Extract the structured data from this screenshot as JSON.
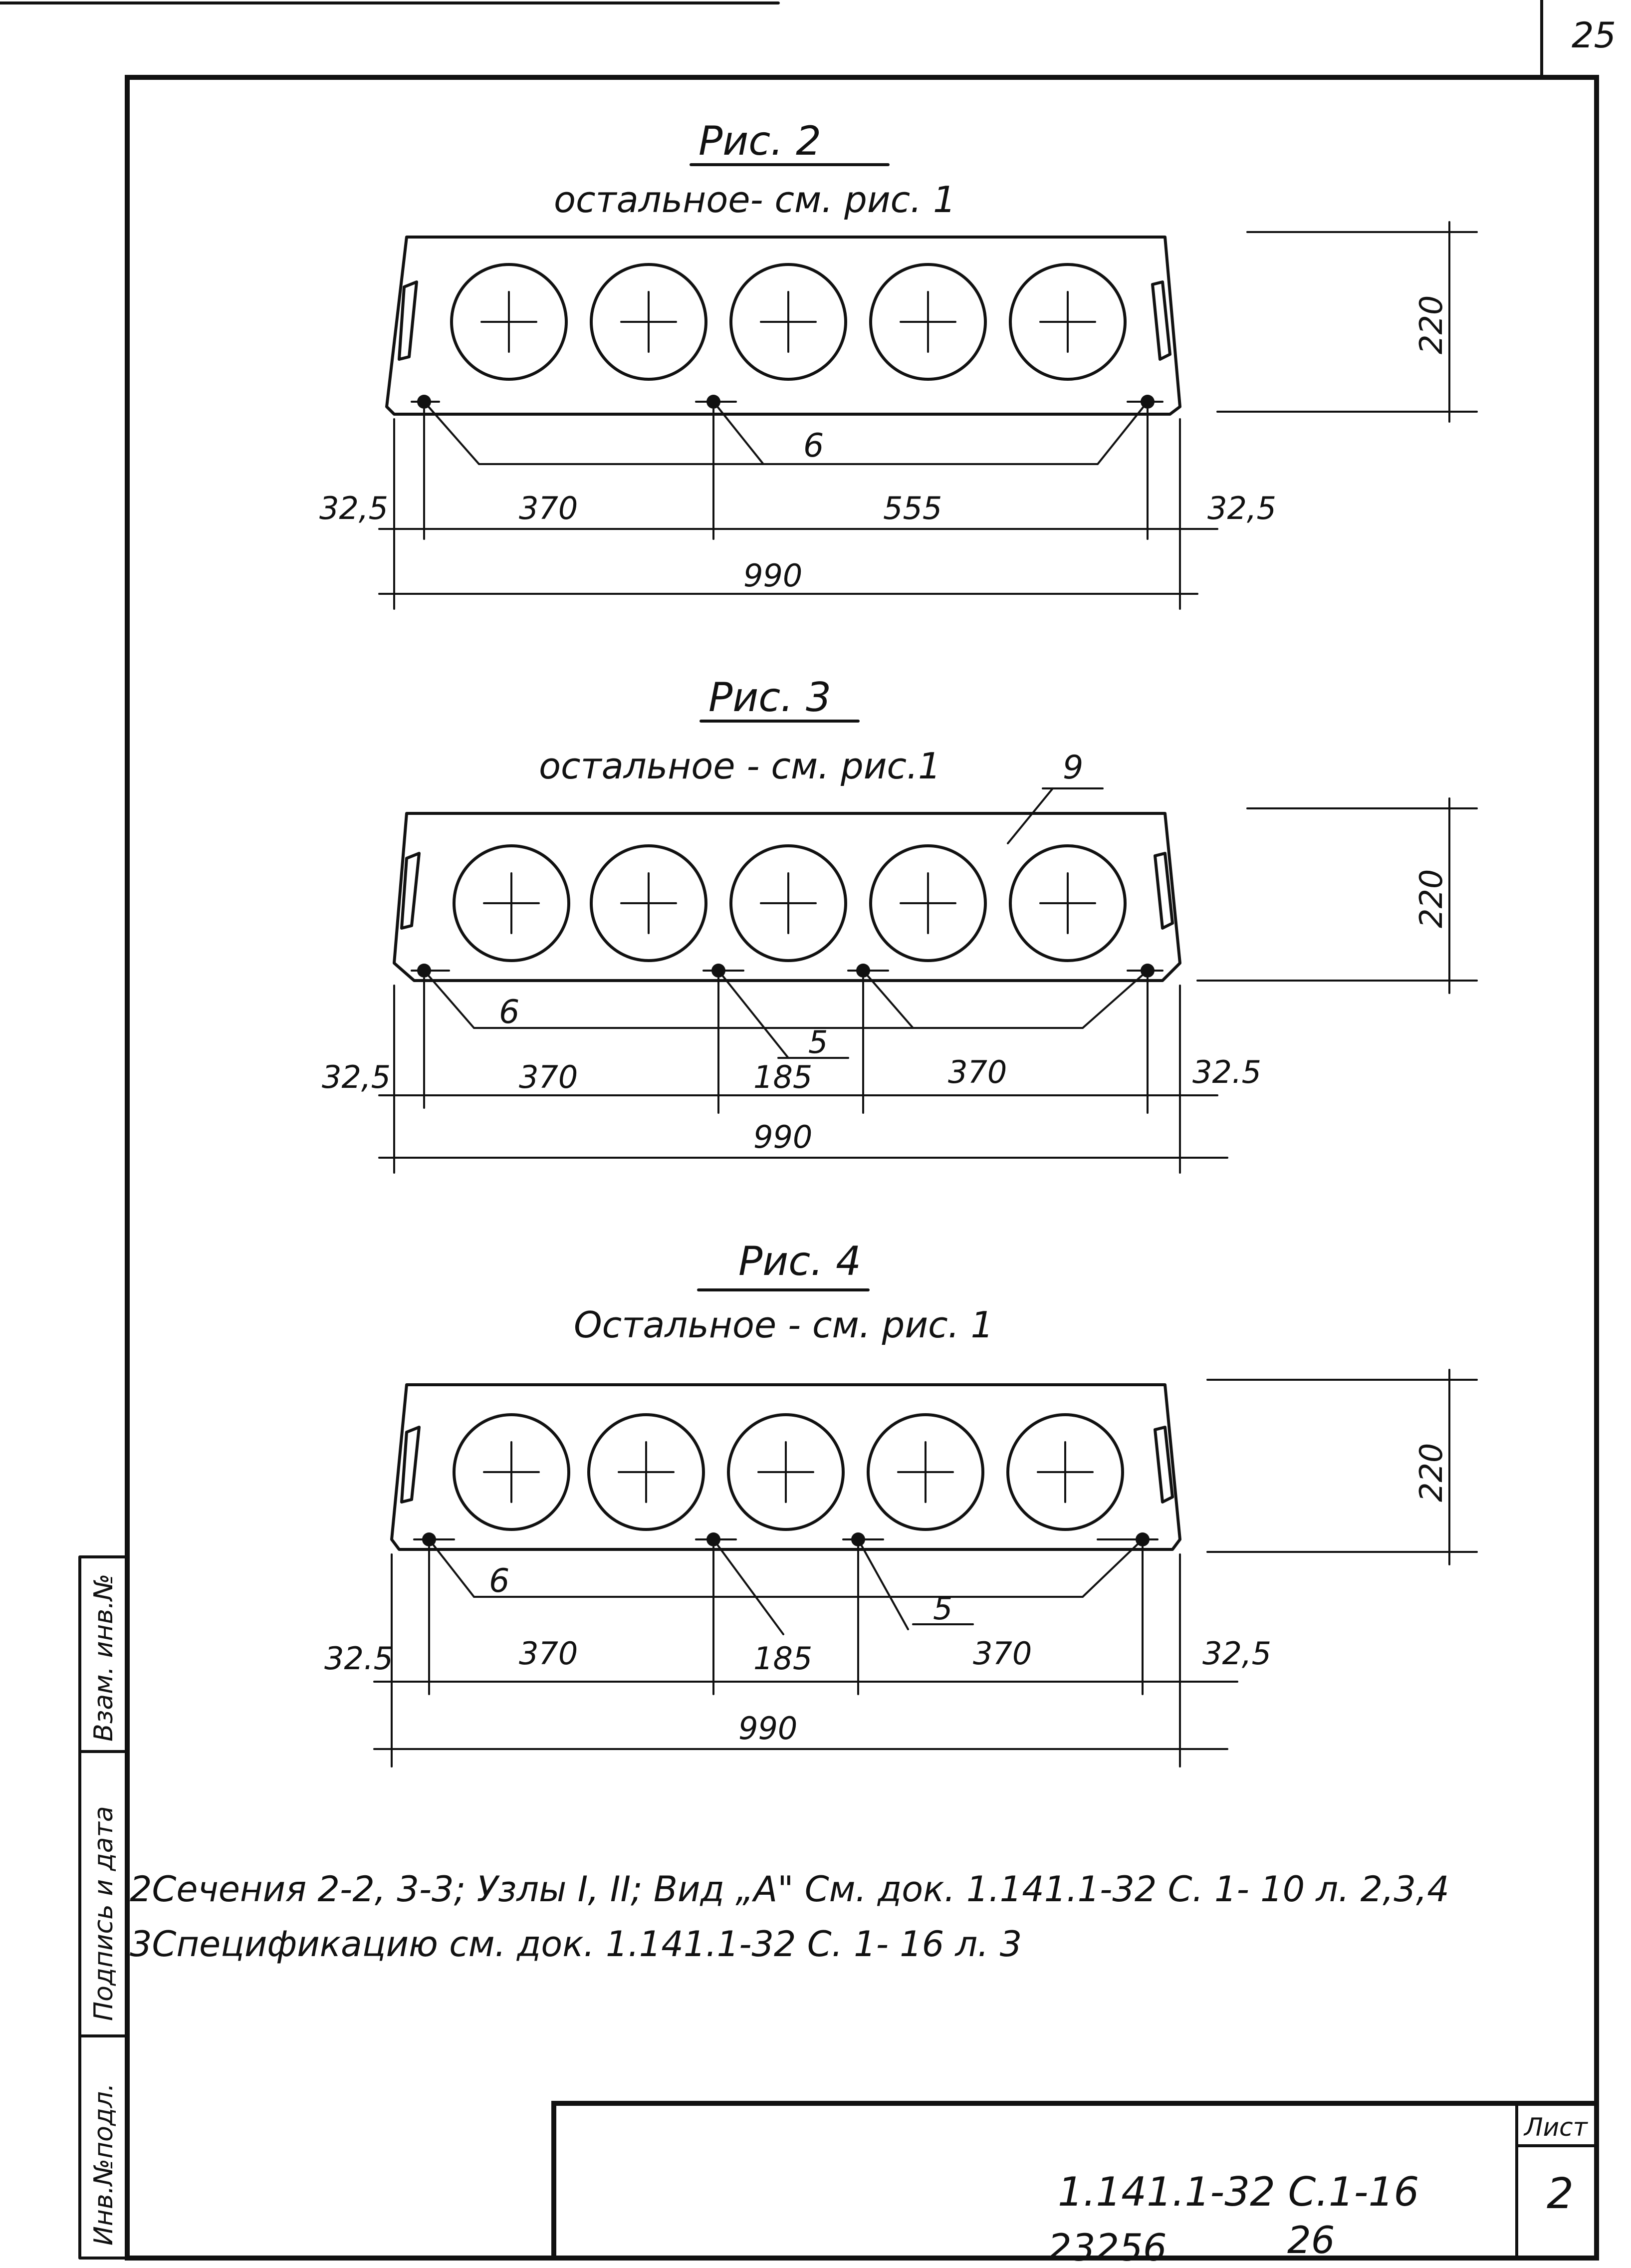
{
  "sheet": {
    "page_number": "25",
    "stamp_sheet_label": "Лист",
    "stamp_sheet_number": "2",
    "stamp_doc_code": "1.141.1-32 С.1-16",
    "bottom_numbers": [
      "23256",
      "26"
    ]
  },
  "side_stamp": {
    "cells": [
      "Инв.№подл.",
      "Подпись и дата",
      "Взам. инв.№"
    ]
  },
  "figures": [
    {
      "title": "Рис. 2",
      "subtitle": "остальное- см. рис. 1",
      "height_dim": "220",
      "callouts": [
        "6"
      ],
      "dims_top": [
        "32,5",
        "370",
        "555",
        "32,5"
      ],
      "dim_total": "990"
    },
    {
      "title": "Рис. 3",
      "subtitle": "остальное - см. рис.1",
      "height_dim": "220",
      "callouts": [
        "9",
        "6",
        "5"
      ],
      "dims_top": [
        "32,5",
        "370",
        "185",
        "370",
        "32.5"
      ],
      "dim_total": "990"
    },
    {
      "title": "Рис. 4",
      "subtitle": "Остальное - см. рис. 1",
      "height_dim": "220",
      "callouts": [
        "6",
        "5"
      ],
      "dims_top": [
        "32.5",
        "370",
        "185",
        "370",
        "32,5"
      ],
      "dim_total": "990"
    }
  ],
  "notes": [
    "2Сечения 2-2, 3-3; Узлы I, II; Вид „А\" См. док. 1.141.1-32 С. 1- 10 л. 2,3,4",
    "3Спецификацию    см. док.    1.141.1-32 С. 1- 16 л. 3"
  ]
}
